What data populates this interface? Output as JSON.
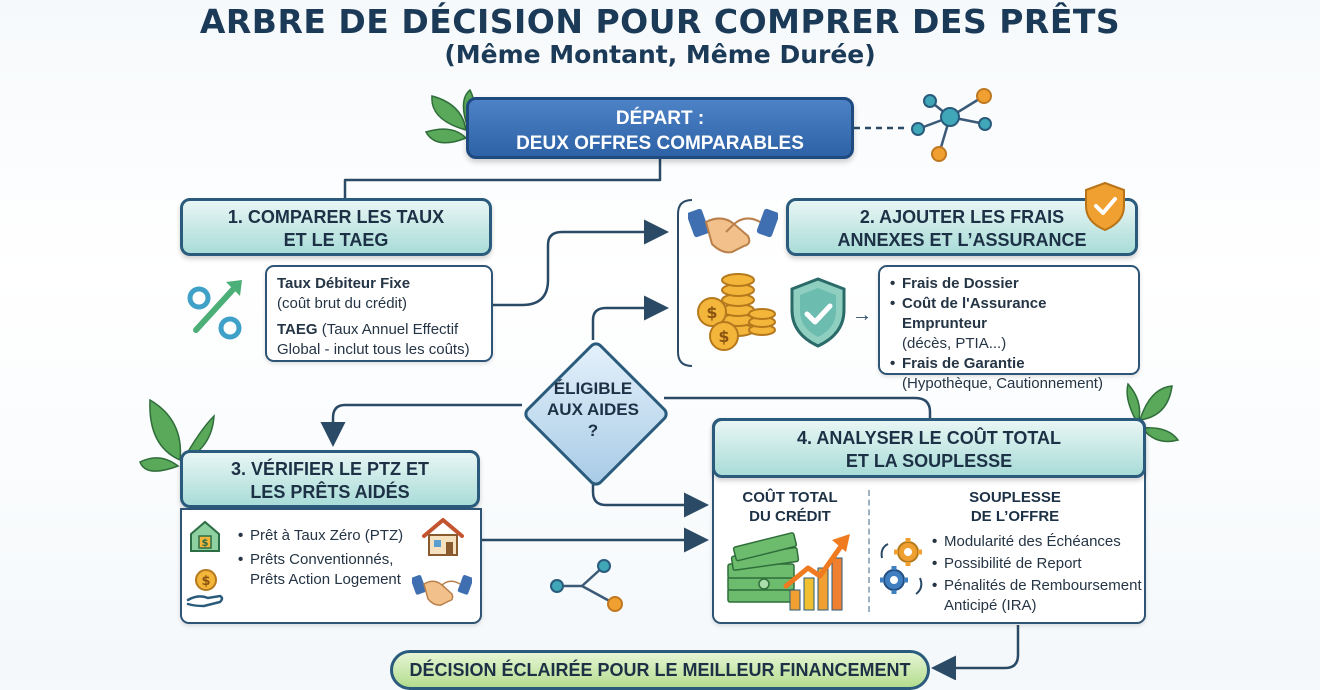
{
  "title": "ARBRE DE DÉCISION POUR COMPRER DES PRÊTS",
  "subtitle": "(Même Montant, Même Durée)",
  "start": {
    "line1": "DÉPART :",
    "line2": "DEUX OFFRES COMPARABLES"
  },
  "step1": {
    "title_l1": "1. COMPARER LES TAUX",
    "title_l2": "ET LE TAEG",
    "item1_bold": "Taux Débiteur Fixe",
    "item1_text": "(coût brut du crédit)",
    "item2_bold": "TAEG",
    "item2_text": " (Taux Annuel Effectif",
    "item2_text2": "Global - inclut tous les coûts)"
  },
  "step2": {
    "title_l1": "2. AJOUTER LES FRAIS",
    "title_l2": "ANNEXES ET L’ASSURANCE",
    "items": [
      {
        "bold": "Frais de Dossier",
        "sub": ""
      },
      {
        "bold": "Coût de l'Assurance Emprunteur",
        "sub": "(décès, PTIA...)"
      },
      {
        "bold": "Frais de Garantie",
        "sub": "(Hypothèque, Cautionnement)"
      }
    ]
  },
  "decision": {
    "l1": "ÉLIGIBLE",
    "l2": "AUX AIDES",
    "l3": "?"
  },
  "step3": {
    "title_l1": "3. VÉRIFIER LE PTZ ET",
    "title_l2": "LES PRÊTS AIDÉS",
    "item1": "Prêt à Taux Zéro (PTZ)",
    "item2_l1": "Prêts Conventionnés,",
    "item2_l2": "Prêts Action Logement"
  },
  "step4": {
    "title_l1": "4. ANALYSER LE COÛT TOTAL",
    "title_l2": "ET LA SOUPLESSE",
    "col1_l1": "COÛT TOTAL",
    "col1_l2": "DU CRÉDIT",
    "col2_l1": "SOUPLESSE",
    "col2_l2": "DE L’OFFRE",
    "items": [
      {
        "text": "Modularité des Échéances",
        "text2": ""
      },
      {
        "text": "Possibilité de Report",
        "text2": ""
      },
      {
        "text": "Pénalités de Remboursement",
        "text2": "Anticipé (IRA)"
      }
    ]
  },
  "final": "DÉCISION ÉCLAIRÉE POUR LE MEILLEUR FINANCEMENT",
  "colors": {
    "navy": "#1b3a57",
    "blue": "#2d62a6",
    "teal": "#a9dcd8",
    "orange": "#f0a030",
    "green": "#5aa85a"
  }
}
